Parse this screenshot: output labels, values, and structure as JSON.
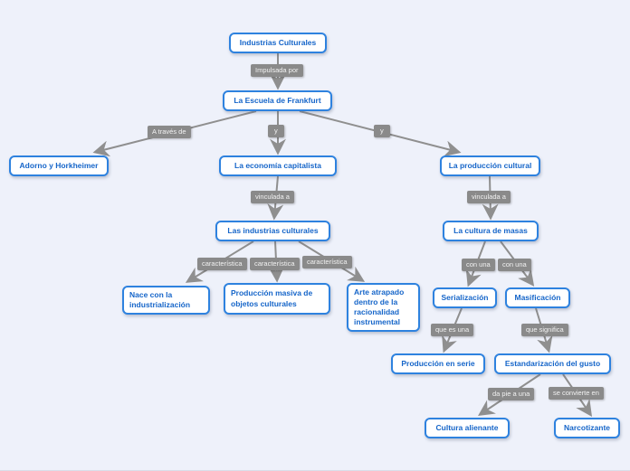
{
  "canvas": {
    "background_color": "#eef1fa",
    "node_border_color": "#2e82df",
    "node_text_color": "#1565c9",
    "node_fill_color": "#ffffff",
    "edge_label_bg_color": "#8a8a8a",
    "edge_label_text_color": "#f2f2f2",
    "connector_color": "#8f8f8f"
  },
  "nodes": [
    {
      "id": "industrias-culturales",
      "label": "Industrias Culturales"
    },
    {
      "id": "escuela-frankfurt",
      "label": "La Escuela de Frankfurt"
    },
    {
      "id": "adorno-horkheimer",
      "label": "Adorno y Horkheimer"
    },
    {
      "id": "economia-capitalista",
      "label": "La economía capitalista"
    },
    {
      "id": "produccion-cultural",
      "label": "La producción cultural"
    },
    {
      "id": "las-industrias-culturales",
      "label": "Las industrias culturales"
    },
    {
      "id": "cultura-de-masas",
      "label": "La cultura de masas"
    },
    {
      "id": "nace-industrializacion",
      "label": "Nace con la industrialización"
    },
    {
      "id": "produccion-masiva",
      "label": "Producción masiva de objetos culturales"
    },
    {
      "id": "arte-atrapado",
      "label": "Arte atrapado dentro de la racionalidad instrumental"
    },
    {
      "id": "serializacion",
      "label": "Serialización"
    },
    {
      "id": "masificacion",
      "label": "Masificación"
    },
    {
      "id": "produccion-en-serie",
      "label": "Producción en serie"
    },
    {
      "id": "estandarizacion-gusto",
      "label": "Estandarización del gusto"
    },
    {
      "id": "cultura-alienante",
      "label": "Cultura alienante"
    },
    {
      "id": "narcotizante",
      "label": "Narcotizante"
    }
  ],
  "edges": [
    {
      "from": "industrias-culturales",
      "to": "escuela-frankfurt",
      "label": "Impulsada por"
    },
    {
      "from": "escuela-frankfurt",
      "to": "adorno-horkheimer",
      "label": "A través de"
    },
    {
      "from": "escuela-frankfurt",
      "to": "economia-capitalista",
      "label": "y"
    },
    {
      "from": "escuela-frankfurt",
      "to": "produccion-cultural",
      "label": "y"
    },
    {
      "from": "economia-capitalista",
      "to": "las-industrias-culturales",
      "label": "vinculada a"
    },
    {
      "from": "produccion-cultural",
      "to": "cultura-de-masas",
      "label": "vinculada a"
    },
    {
      "from": "las-industrias-culturales",
      "to": "nace-industrializacion",
      "label": "característica"
    },
    {
      "from": "las-industrias-culturales",
      "to": "produccion-masiva",
      "label": "característica"
    },
    {
      "from": "las-industrias-culturales",
      "to": "arte-atrapado",
      "label": "característica"
    },
    {
      "from": "cultura-de-masas",
      "to": "serializacion",
      "label": "con una"
    },
    {
      "from": "cultura-de-masas",
      "to": "masificacion",
      "label": "con una"
    },
    {
      "from": "serializacion",
      "to": "produccion-en-serie",
      "label": "que es una"
    },
    {
      "from": "masificacion",
      "to": "estandarizacion-gusto",
      "label": "que significa"
    },
    {
      "from": "estandarizacion-gusto",
      "to": "cultura-alienante",
      "label": "da pie a una"
    },
    {
      "from": "estandarizacion-gusto",
      "to": "narcotizante",
      "label": "se convierte en"
    }
  ]
}
